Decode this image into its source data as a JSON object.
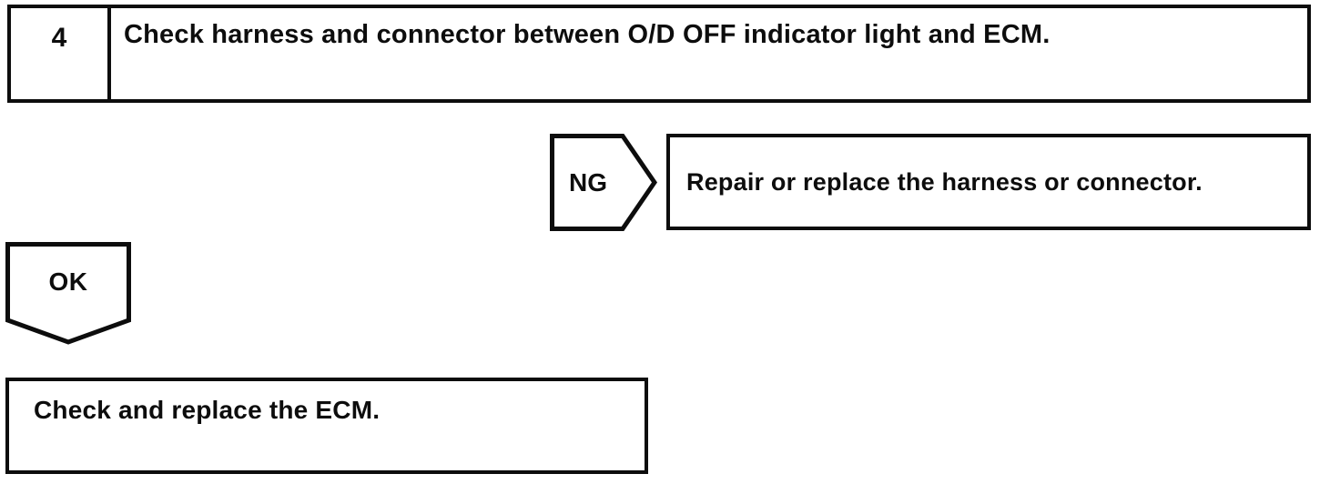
{
  "flowchart": {
    "step": {
      "number": "4",
      "instruction": "Check harness and connector between O/D OFF indicator light and ECM."
    },
    "ng_branch": {
      "label": "NG",
      "action": "Repair or replace the harness or connector."
    },
    "ok_branch": {
      "label": "OK",
      "action": "Check and replace the ECM."
    }
  },
  "colors": {
    "line": "#0d0d0d",
    "text": "#0d0d0d",
    "background": "#ffffff"
  }
}
